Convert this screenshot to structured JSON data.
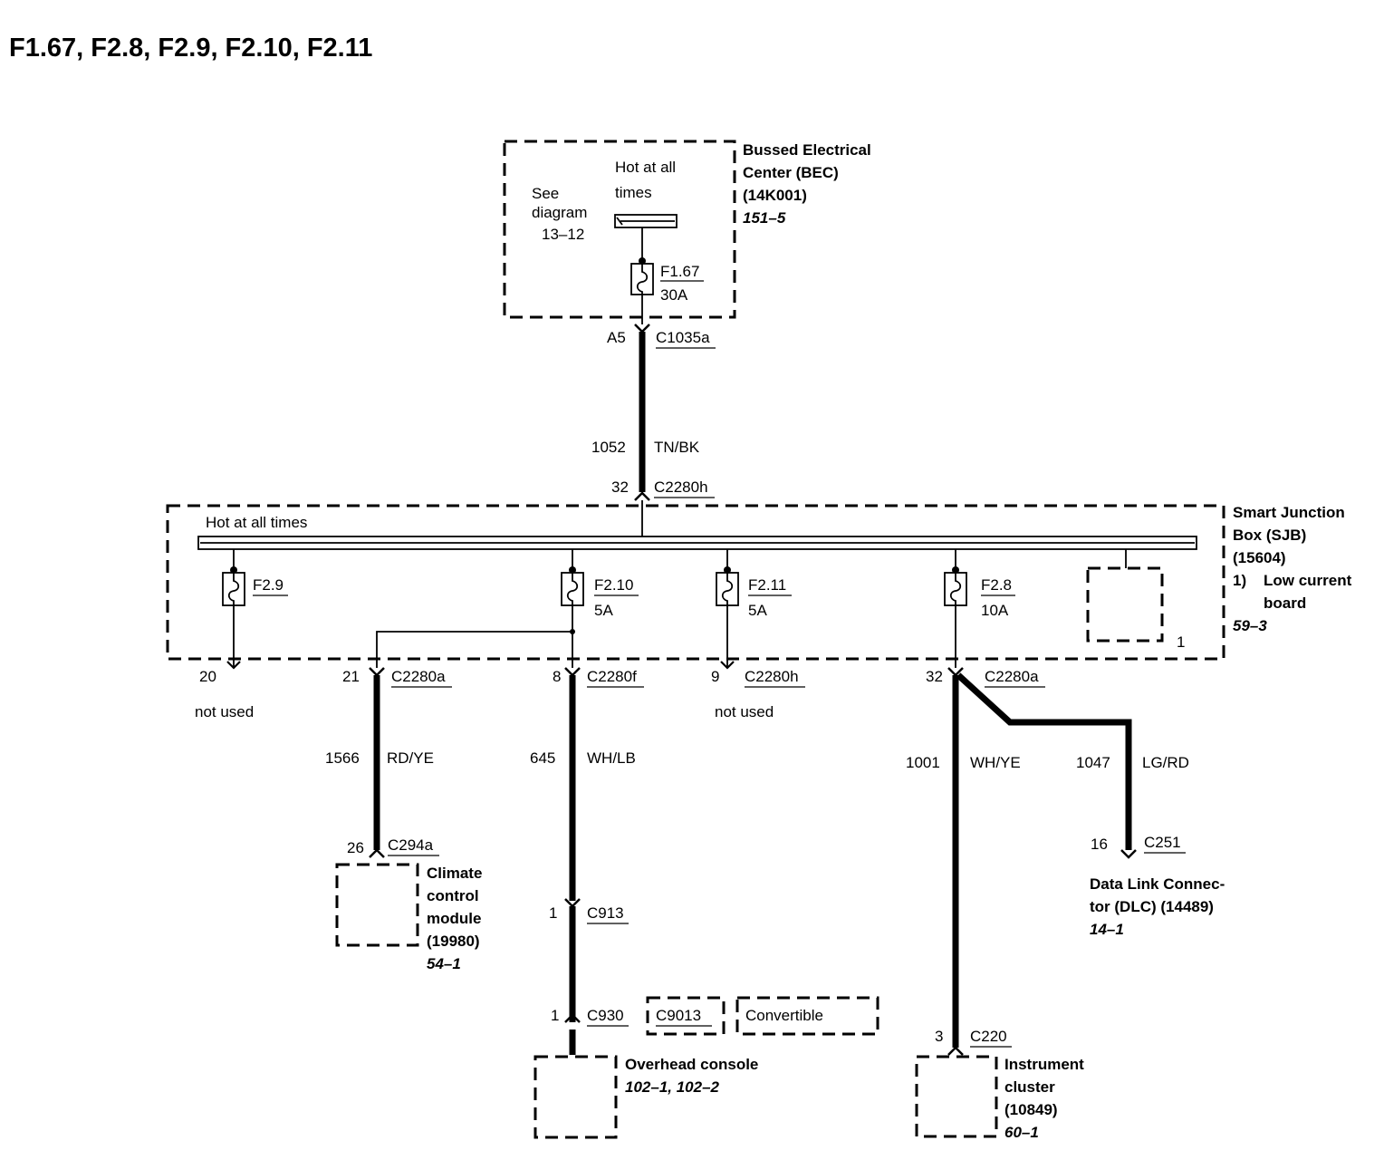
{
  "title": "F1.67, F2.8, F2.9, F2.10, F2.11",
  "bec": {
    "name_line1": "Bussed Electrical",
    "name_line2": "Center (BEC)",
    "part": "(14K001)",
    "ref": "151–5",
    "hot_line1": "Hot at all",
    "hot_line2": "times",
    "see_line1": "See",
    "see_line2": "diagram",
    "see_line3": "13–12",
    "fuse_id": "F1.67",
    "fuse_rating": "30A"
  },
  "feed": {
    "pin": "A5",
    "connector": "C1035a",
    "circuit": "1052",
    "color": "TN/BK",
    "sjb_pin": "32",
    "sjb_connector": "C2280h"
  },
  "sjb": {
    "name_line1": "Smart Junction",
    "name_line2": "Box (SJB)",
    "part": "(15604)",
    "note_num": "1)",
    "note_line1": "Low current",
    "note_line2": "board",
    "ref": "59–3",
    "hot": "Hot at all times",
    "board_callout": "1",
    "fuses": [
      {
        "id": "F2.9",
        "rating": ""
      },
      {
        "id": "F2.10",
        "rating": "5A"
      },
      {
        "id": "F2.11",
        "rating": "5A"
      },
      {
        "id": "F2.8",
        "rating": "10A"
      }
    ]
  },
  "outputs": {
    "f29": {
      "pin": "20",
      "status": "not used"
    },
    "climate": {
      "pin": "21",
      "connector": "C2280a",
      "circuit": "1566",
      "color": "RD/YE",
      "dest_pin": "26",
      "dest_connector": "C294a",
      "name_line1": "Climate",
      "name_line2": "control",
      "name_line3": "module",
      "part": "(19980)",
      "ref": "54–1"
    },
    "overhead": {
      "pin": "8",
      "connector": "C2280f",
      "circuit": "645",
      "color": "WH/LB",
      "c913_pin": "1",
      "c913": "C913",
      "c930_pin": "1",
      "c930": "C930",
      "alt_connector": "C9013",
      "alt_note": "Convertible",
      "name": "Overhead console",
      "ref": "102–1, 102–2"
    },
    "f211": {
      "pin": "9",
      "connector": "C2280h",
      "status": "not used"
    },
    "f28": {
      "pin": "32",
      "connector": "C2280a"
    },
    "cluster": {
      "circuit": "1001",
      "color": "WH/YE",
      "dest_pin": "3",
      "dest_connector": "C220",
      "name_line1": "Instrument",
      "name_line2": "cluster",
      "part": "(10849)",
      "ref": "60–1"
    },
    "dlc": {
      "circuit": "1047",
      "color": "LG/RD",
      "dest_pin": "16",
      "dest_connector": "C251",
      "name_line1": "Data Link Connec-",
      "name_line2": "tor (DLC) (14489)",
      "ref": "14–1"
    }
  }
}
